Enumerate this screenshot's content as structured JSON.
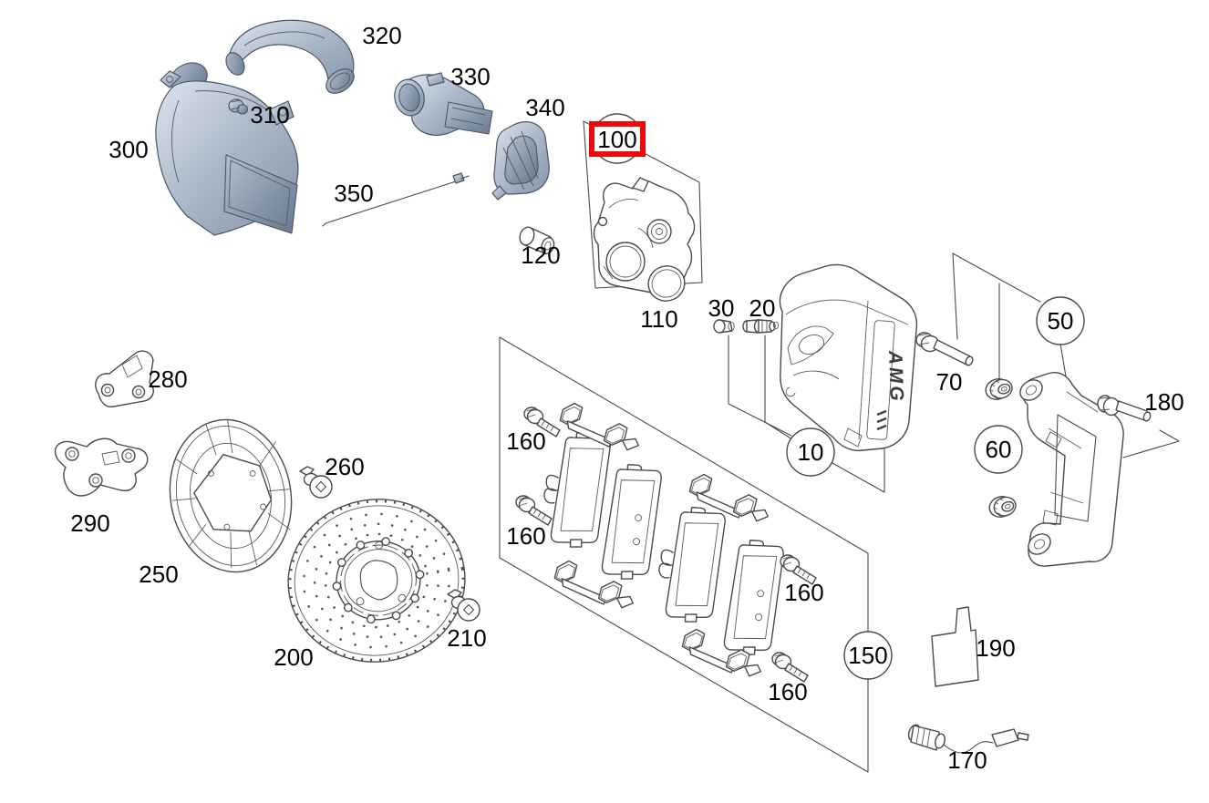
{
  "figure": {
    "type": "exploded-parts-diagram",
    "background": "#ffffff",
    "line_color": "#4a4a4a",
    "part_fill_light": "#dde4ec",
    "part_fill_mid": "#a9b7c7",
    "part_fill_dark": "#8494a8",
    "highlight_box_color": "#ee0a0a",
    "highlighted_part": "100",
    "circled_callouts": [
      "10",
      "50",
      "60",
      "150"
    ]
  },
  "caliper_logo": "AMG",
  "labels": [
    {
      "id": "300",
      "text": "300",
      "style": "plain"
    },
    {
      "id": "310",
      "text": "310",
      "style": "plain"
    },
    {
      "id": "320",
      "text": "320",
      "style": "plain"
    },
    {
      "id": "330",
      "text": "330",
      "style": "plain"
    },
    {
      "id": "340",
      "text": "340",
      "style": "plain"
    },
    {
      "id": "350",
      "text": "350",
      "style": "plain"
    },
    {
      "id": "100",
      "text": "100",
      "style": "highlight"
    },
    {
      "id": "120",
      "text": "120",
      "style": "plain"
    },
    {
      "id": "110",
      "text": "110",
      "style": "plain"
    },
    {
      "id": "30",
      "text": "30",
      "style": "plain"
    },
    {
      "id": "20",
      "text": "20",
      "style": "plain"
    },
    {
      "id": "10",
      "text": "10",
      "style": "circle"
    },
    {
      "id": "50",
      "text": "50",
      "style": "circle"
    },
    {
      "id": "70",
      "text": "70",
      "style": "plain"
    },
    {
      "id": "60",
      "text": "60",
      "style": "circle"
    },
    {
      "id": "180",
      "text": "180",
      "style": "plain"
    },
    {
      "id": "160-1",
      "text": "160",
      "style": "plain"
    },
    {
      "id": "160-2",
      "text": "160",
      "style": "plain"
    },
    {
      "id": "160-3",
      "text": "160",
      "style": "plain"
    },
    {
      "id": "160-4",
      "text": "160",
      "style": "plain"
    },
    {
      "id": "150",
      "text": "150",
      "style": "circle"
    },
    {
      "id": "190",
      "text": "190",
      "style": "plain"
    },
    {
      "id": "170",
      "text": "170",
      "style": "plain"
    },
    {
      "id": "200",
      "text": "200",
      "style": "plain"
    },
    {
      "id": "210",
      "text": "210",
      "style": "plain"
    },
    {
      "id": "260",
      "text": "260",
      "style": "plain"
    },
    {
      "id": "250",
      "text": "250",
      "style": "plain"
    },
    {
      "id": "280",
      "text": "280",
      "style": "plain"
    },
    {
      "id": "290",
      "text": "290",
      "style": "plain"
    }
  ]
}
